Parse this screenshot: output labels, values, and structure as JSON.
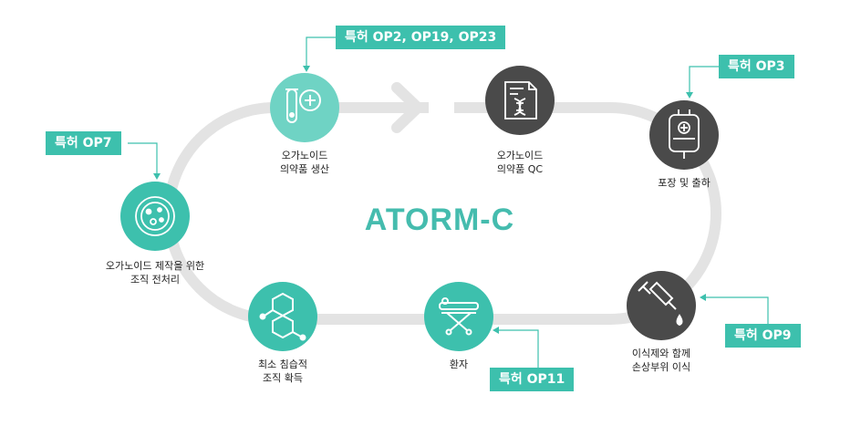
{
  "title": "ATORM-C",
  "colors": {
    "teal": "#3dc0ad",
    "dark": "#4a4a4a",
    "track": "#e3e3e3",
    "title": "#45bcae"
  },
  "steps": [
    {
      "id": "pretreatment",
      "label": "오가노이드 제작을 위한\n조직 전처리",
      "icon": "petri-dish-icon"
    },
    {
      "id": "production",
      "label": "오가노이드\n의약품 생산",
      "icon": "test-tube-icon"
    },
    {
      "id": "qc",
      "label": "오가노이드\n의약품 QC",
      "icon": "document-dna-icon"
    },
    {
      "id": "packaging",
      "label": "포장 및 출하",
      "icon": "iv-bag-icon"
    },
    {
      "id": "transplant",
      "label": "이식제와 함께\n손상부위 이식",
      "icon": "syringe-icon"
    },
    {
      "id": "patient",
      "label": "환자",
      "icon": "stretcher-icon"
    },
    {
      "id": "collection",
      "label": "최소 침습적\n조직 확득",
      "icon": "molecule-icon"
    }
  ],
  "patents": {
    "op7": "특허 OP7",
    "op2_19_23": "특허 OP2, OP19, OP23",
    "op3": "특허 OP3",
    "op9": "특허 OP9",
    "op11": "특허 OP11"
  }
}
